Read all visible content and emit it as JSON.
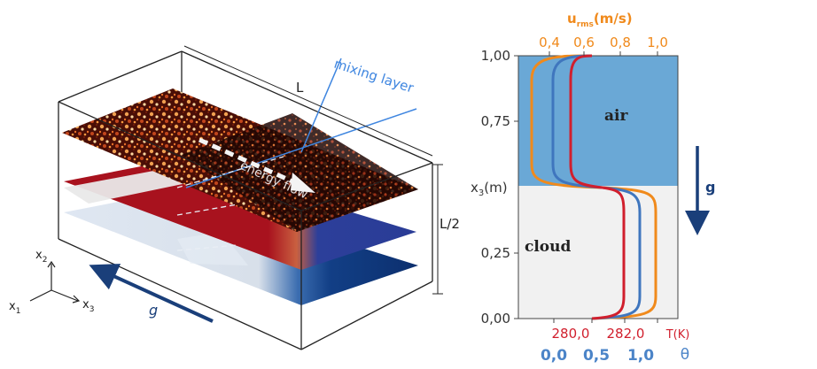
{
  "schematic": {
    "length_label": "L",
    "half_label": "L/2",
    "mixing_label": "mixing layer",
    "energy_label": "energy flow",
    "gravity_label": "g",
    "axis_x1": "x",
    "axis_x1_sub": "1",
    "axis_x2": "x",
    "axis_x2_sub": "2",
    "axis_x3": "x",
    "axis_x3_sub": "3"
  },
  "profile": {
    "top_axis_main": "u",
    "top_axis_sub": "rms",
    "top_axis_unit": "(m/s)",
    "top_ticks": [
      "0,4",
      "0,6",
      "0,8",
      "1,0"
    ],
    "y_ticks": [
      "1,00",
      "0,75",
      "0,25",
      "0,00"
    ],
    "y_axis_label": "x",
    "y_axis_sub": "3",
    "y_axis_unit": "(m)",
    "air_label": "air",
    "cloud_label": "cloud",
    "gravity_label": "g",
    "temp_ticks": [
      "280,0",
      "282,0"
    ],
    "temp_unit": "T(K)",
    "theta_ticks": [
      "0,0",
      "0,5",
      "1,0"
    ],
    "theta_label": "θ",
    "colors": {
      "air": "#6aa8d6",
      "cloud": "#f1f1f1",
      "urms": "#f08a1c",
      "theta": "#3f76be",
      "temperature": "#d11f2d",
      "gravity_arrow": "#1a3f7a"
    }
  }
}
